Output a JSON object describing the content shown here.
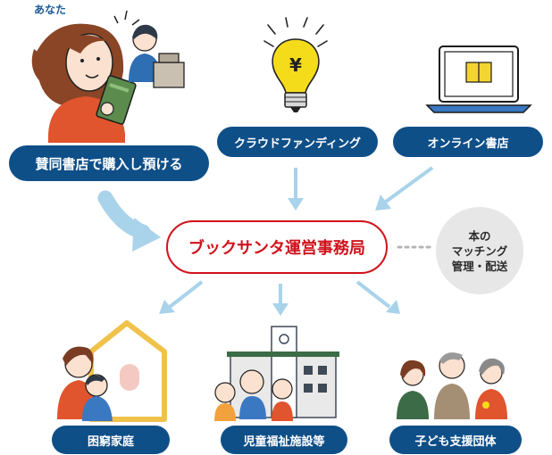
{
  "labels": {
    "you": "あなた",
    "buy_at_store": "賛同書店で購入し預ける",
    "crowdfunding": "クラウドファンディング",
    "online_store": "オンライン書店",
    "center": "ブックサンタ運営事務局",
    "note_line1": "本の",
    "note_line2": "マッチング",
    "note_line3": "管理・配送",
    "poor_family": "困窮家庭",
    "child_facility": "児童福祉施設等",
    "support_group": "子ども支援団体",
    "bulb_symbol": "¥"
  },
  "colors": {
    "pill": "#0f4f88",
    "center_border": "#d0121b",
    "arrow": "#a9d3ea",
    "note_bg": "#e7e7e7"
  }
}
